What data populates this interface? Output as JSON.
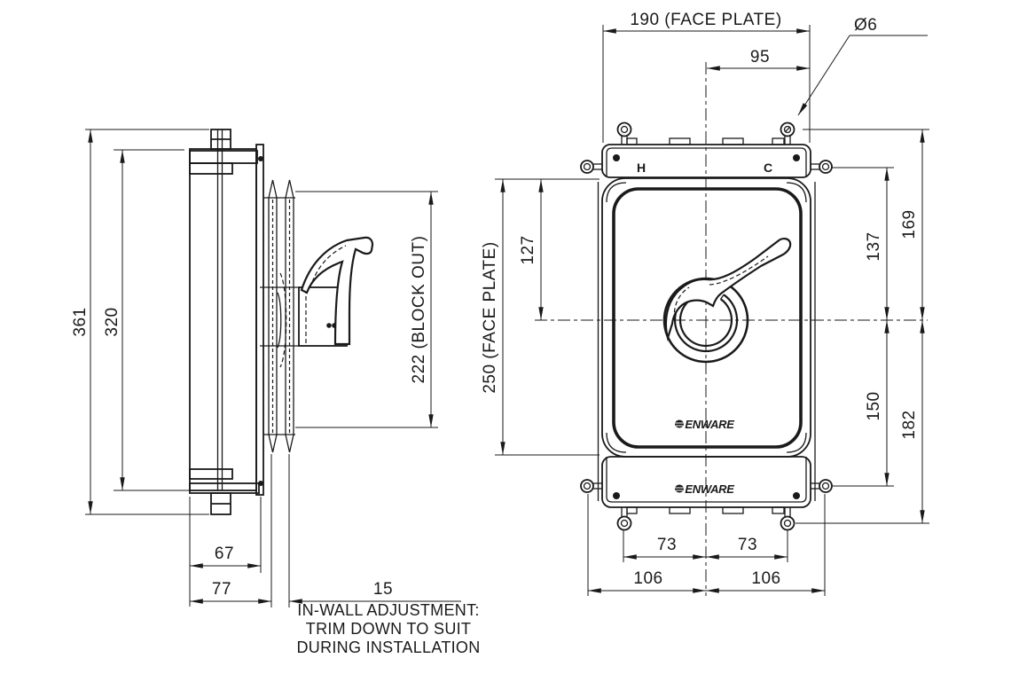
{
  "colors": {
    "line": "#1a1a1a",
    "background": "#ffffff"
  },
  "side_view": {
    "dim_overall_height": "361",
    "dim_body_height": "320",
    "dim_block_out": "222 (BLOCK OUT)",
    "dim_body_depth": "67",
    "dim_depth_to_plate": "77",
    "dim_adjustment": "15",
    "note_line1": "IN-WALL ADJUSTMENT:",
    "note_line2": "TRIM DOWN TO SUIT",
    "note_line3": "DURING INSTALLATION"
  },
  "front_view": {
    "dim_width": "190 (FACE PLATE)",
    "dim_half_width": "95",
    "dim_screw_dia": "Ø6",
    "dim_height": "250 (FACE PLATE)",
    "dim_top_to_centre": "127",
    "dim_side_screw_to_centre": "137",
    "dim_top_screw_to_centre": "169",
    "dim_centre_to_side_screw": "150",
    "dim_centre_to_bottom_screw": "182",
    "dim_screw_left": "73",
    "dim_screw_right": "73",
    "dim_side_screw_left": "106",
    "dim_side_screw_right": "106",
    "label_hot": "H",
    "label_cold": "C",
    "brand_plate": "ENWARE",
    "brand_bracket": "ENWARE"
  }
}
